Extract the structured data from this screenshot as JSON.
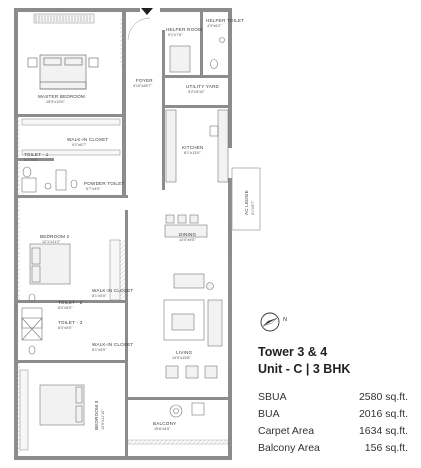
{
  "rooms": {
    "master_bedroom": {
      "name": "MASTER BEDROOM",
      "dim": "15'0\"x13'0\""
    },
    "walkin_closet_1": {
      "name": "WALK-IN CLOSET",
      "dim": "9'2\"x6'7\""
    },
    "toilet_1": {
      "name": "TOILET - 1",
      "dim": "8'2\"x5'6\""
    },
    "powder_toilet": {
      "name": "POWDER TOILET",
      "dim": "5'7\"x4'0\""
    },
    "foyer": {
      "name": "FOYER",
      "dim": "4'10\"x28'7\""
    },
    "helper_room": {
      "name": "HELPER ROOM",
      "dim": "9'1\"x7'6\""
    },
    "helper_toilet": {
      "name": "HELPER TOILET",
      "dim": "4'3\"x6'2\""
    },
    "utility_yard": {
      "name": "UTILITY YARD",
      "dim": "9'2\"x5'10\""
    },
    "kitchen": {
      "name": "KITCHEN",
      "dim": "8'1\"x13'0\""
    },
    "ac_ledge": {
      "name": "AC LEDGE",
      "dim": "3'1\"x9'7\""
    },
    "bedroom_2": {
      "name": "BEDROOM 2",
      "dim": "12'1\"x11'2\""
    },
    "toilet_2": {
      "name": "TOILET - 2",
      "dim": "8'0\"x5'0\""
    },
    "walkin_closet_2": {
      "name": "WALK-IN CLOSET",
      "dim": "8'1\"x5'0\""
    },
    "toilet_3": {
      "name": "TOILET - 3",
      "dim": "8'0\"x5'0\""
    },
    "walkin_closet_3": {
      "name": "WALK-IN CLOSET",
      "dim": "8'1\"x5'0\""
    },
    "bedroom_3": {
      "name": "BEDROOM 3",
      "dim": "12'0\"x11'10\""
    },
    "dining": {
      "name": "DINING",
      "dim": "14'0\"x9'5\""
    },
    "living": {
      "name": "LIVING",
      "dim": "14'0\"x15'8\""
    },
    "balcony": {
      "name": "BALCONY",
      "dim": "15'6\"x4'6\""
    }
  },
  "compass": {
    "label": "N"
  },
  "tower_title": "Tower 3 & 4",
  "unit_title": "Unit - C | 3 BHK",
  "areas": [
    {
      "label": "SBUA",
      "value": "2580 sq.ft."
    },
    {
      "label": "BUA",
      "value": "2016 sq.ft."
    },
    {
      "label": "Carpet Area",
      "value": "1634 sq.ft."
    },
    {
      "label": "Balcony Area",
      "value": "156 sq.ft."
    }
  ]
}
